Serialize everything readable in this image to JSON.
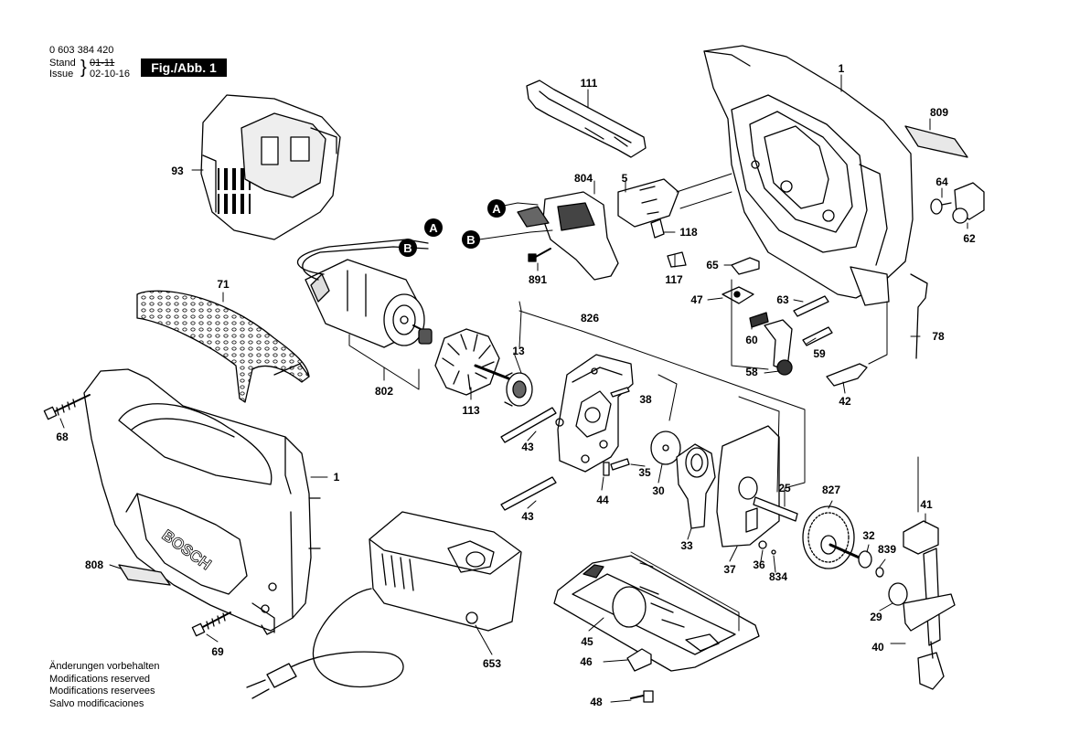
{
  "header": {
    "part_number": "0 603 384 420",
    "stand_label": "Stand",
    "stand_value": "01-11",
    "issue_label": "Issue",
    "issue_value": "02-10-16",
    "figure_label": "Fig./Abb. 1"
  },
  "notes": [
    "Änderungen vorbehalten",
    "Modifications reserved",
    "Modifications reservees",
    "Salvo modificaciones"
  ],
  "brand_text": "BOSCH",
  "connector_markers": [
    "A",
    "B"
  ],
  "callouts": [
    {
      "id": "c-1-top",
      "text": "1"
    },
    {
      "id": "c-809",
      "text": "809"
    },
    {
      "id": "c-64",
      "text": "64"
    },
    {
      "id": "c-62",
      "text": "62"
    },
    {
      "id": "c-111",
      "text": "111"
    },
    {
      "id": "c-804",
      "text": "804"
    },
    {
      "id": "c-5",
      "text": "5"
    },
    {
      "id": "c-118",
      "text": "118"
    },
    {
      "id": "c-117",
      "text": "117"
    },
    {
      "id": "c-891",
      "text": "891"
    },
    {
      "id": "c-93",
      "text": "93"
    },
    {
      "id": "c-71",
      "text": "71"
    },
    {
      "id": "c-65",
      "text": "65"
    },
    {
      "id": "c-47",
      "text": "47"
    },
    {
      "id": "c-63",
      "text": "63"
    },
    {
      "id": "c-78",
      "text": "78"
    },
    {
      "id": "c-60",
      "text": "60"
    },
    {
      "id": "c-59",
      "text": "59"
    },
    {
      "id": "c-58",
      "text": "58"
    },
    {
      "id": "c-42",
      "text": "42"
    },
    {
      "id": "c-826",
      "text": "826"
    },
    {
      "id": "c-13",
      "text": "13"
    },
    {
      "id": "c-802",
      "text": "802"
    },
    {
      "id": "c-113",
      "text": "113"
    },
    {
      "id": "c-38",
      "text": "38"
    },
    {
      "id": "c-68",
      "text": "68"
    },
    {
      "id": "c-1-bottom",
      "text": "1"
    },
    {
      "id": "c-43a",
      "text": "43"
    },
    {
      "id": "c-35",
      "text": "35"
    },
    {
      "id": "c-30",
      "text": "30"
    },
    {
      "id": "c-44",
      "text": "44"
    },
    {
      "id": "c-43b",
      "text": "43"
    },
    {
      "id": "c-25",
      "text": "25"
    },
    {
      "id": "c-827",
      "text": "827"
    },
    {
      "id": "c-41",
      "text": "41"
    },
    {
      "id": "c-33",
      "text": "33"
    },
    {
      "id": "c-37",
      "text": "37"
    },
    {
      "id": "c-32",
      "text": "32"
    },
    {
      "id": "c-839",
      "text": "839"
    },
    {
      "id": "c-36",
      "text": "36"
    },
    {
      "id": "c-834",
      "text": "834"
    },
    {
      "id": "c-29",
      "text": "29"
    },
    {
      "id": "c-40",
      "text": "40"
    },
    {
      "id": "c-808",
      "text": "808"
    },
    {
      "id": "c-69",
      "text": "69"
    },
    {
      "id": "c-653",
      "text": "653"
    },
    {
      "id": "c-45",
      "text": "45"
    },
    {
      "id": "c-46",
      "text": "46"
    },
    {
      "id": "c-48",
      "text": "48"
    }
  ]
}
